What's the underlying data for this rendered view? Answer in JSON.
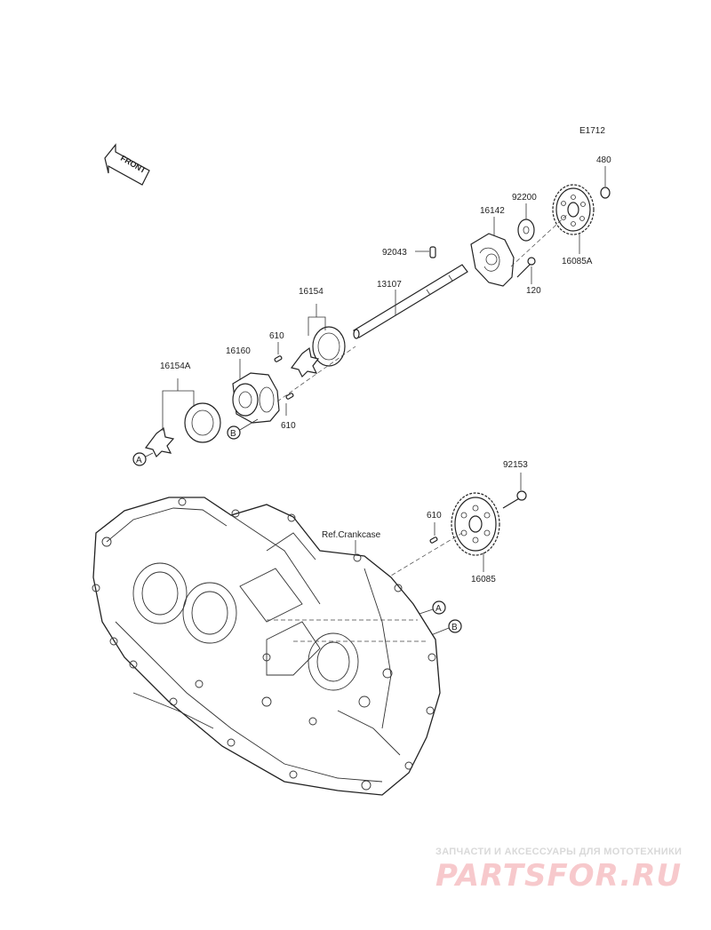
{
  "diagram_code": "E1712",
  "front_label": "FRONT",
  "ref_label": "Ref.Crankcase",
  "callouts": {
    "a": "A",
    "b": "B"
  },
  "parts": {
    "p480": "480",
    "p92200": "92200",
    "p16142": "16142",
    "p16085A": "16085A",
    "p120": "120",
    "p92043": "92043",
    "p13107": "13107",
    "p16154": "16154",
    "p610_top": "610",
    "p16160": "16160",
    "p610_mid": "610",
    "p16154A": "16154A",
    "p92153": "92153",
    "p610_low": "610",
    "p16085": "16085"
  },
  "watermark": {
    "tagline": "ЗАПЧАСТИ И АКСЕССУАРЫ ДЛЯ МОТОТЕХНИКИ",
    "brand": "PARTSFOR.RU"
  },
  "colors": {
    "line": "#222222",
    "watermark_brand": "#f7c9cc",
    "watermark_tagline": "#d9d9d9"
  }
}
